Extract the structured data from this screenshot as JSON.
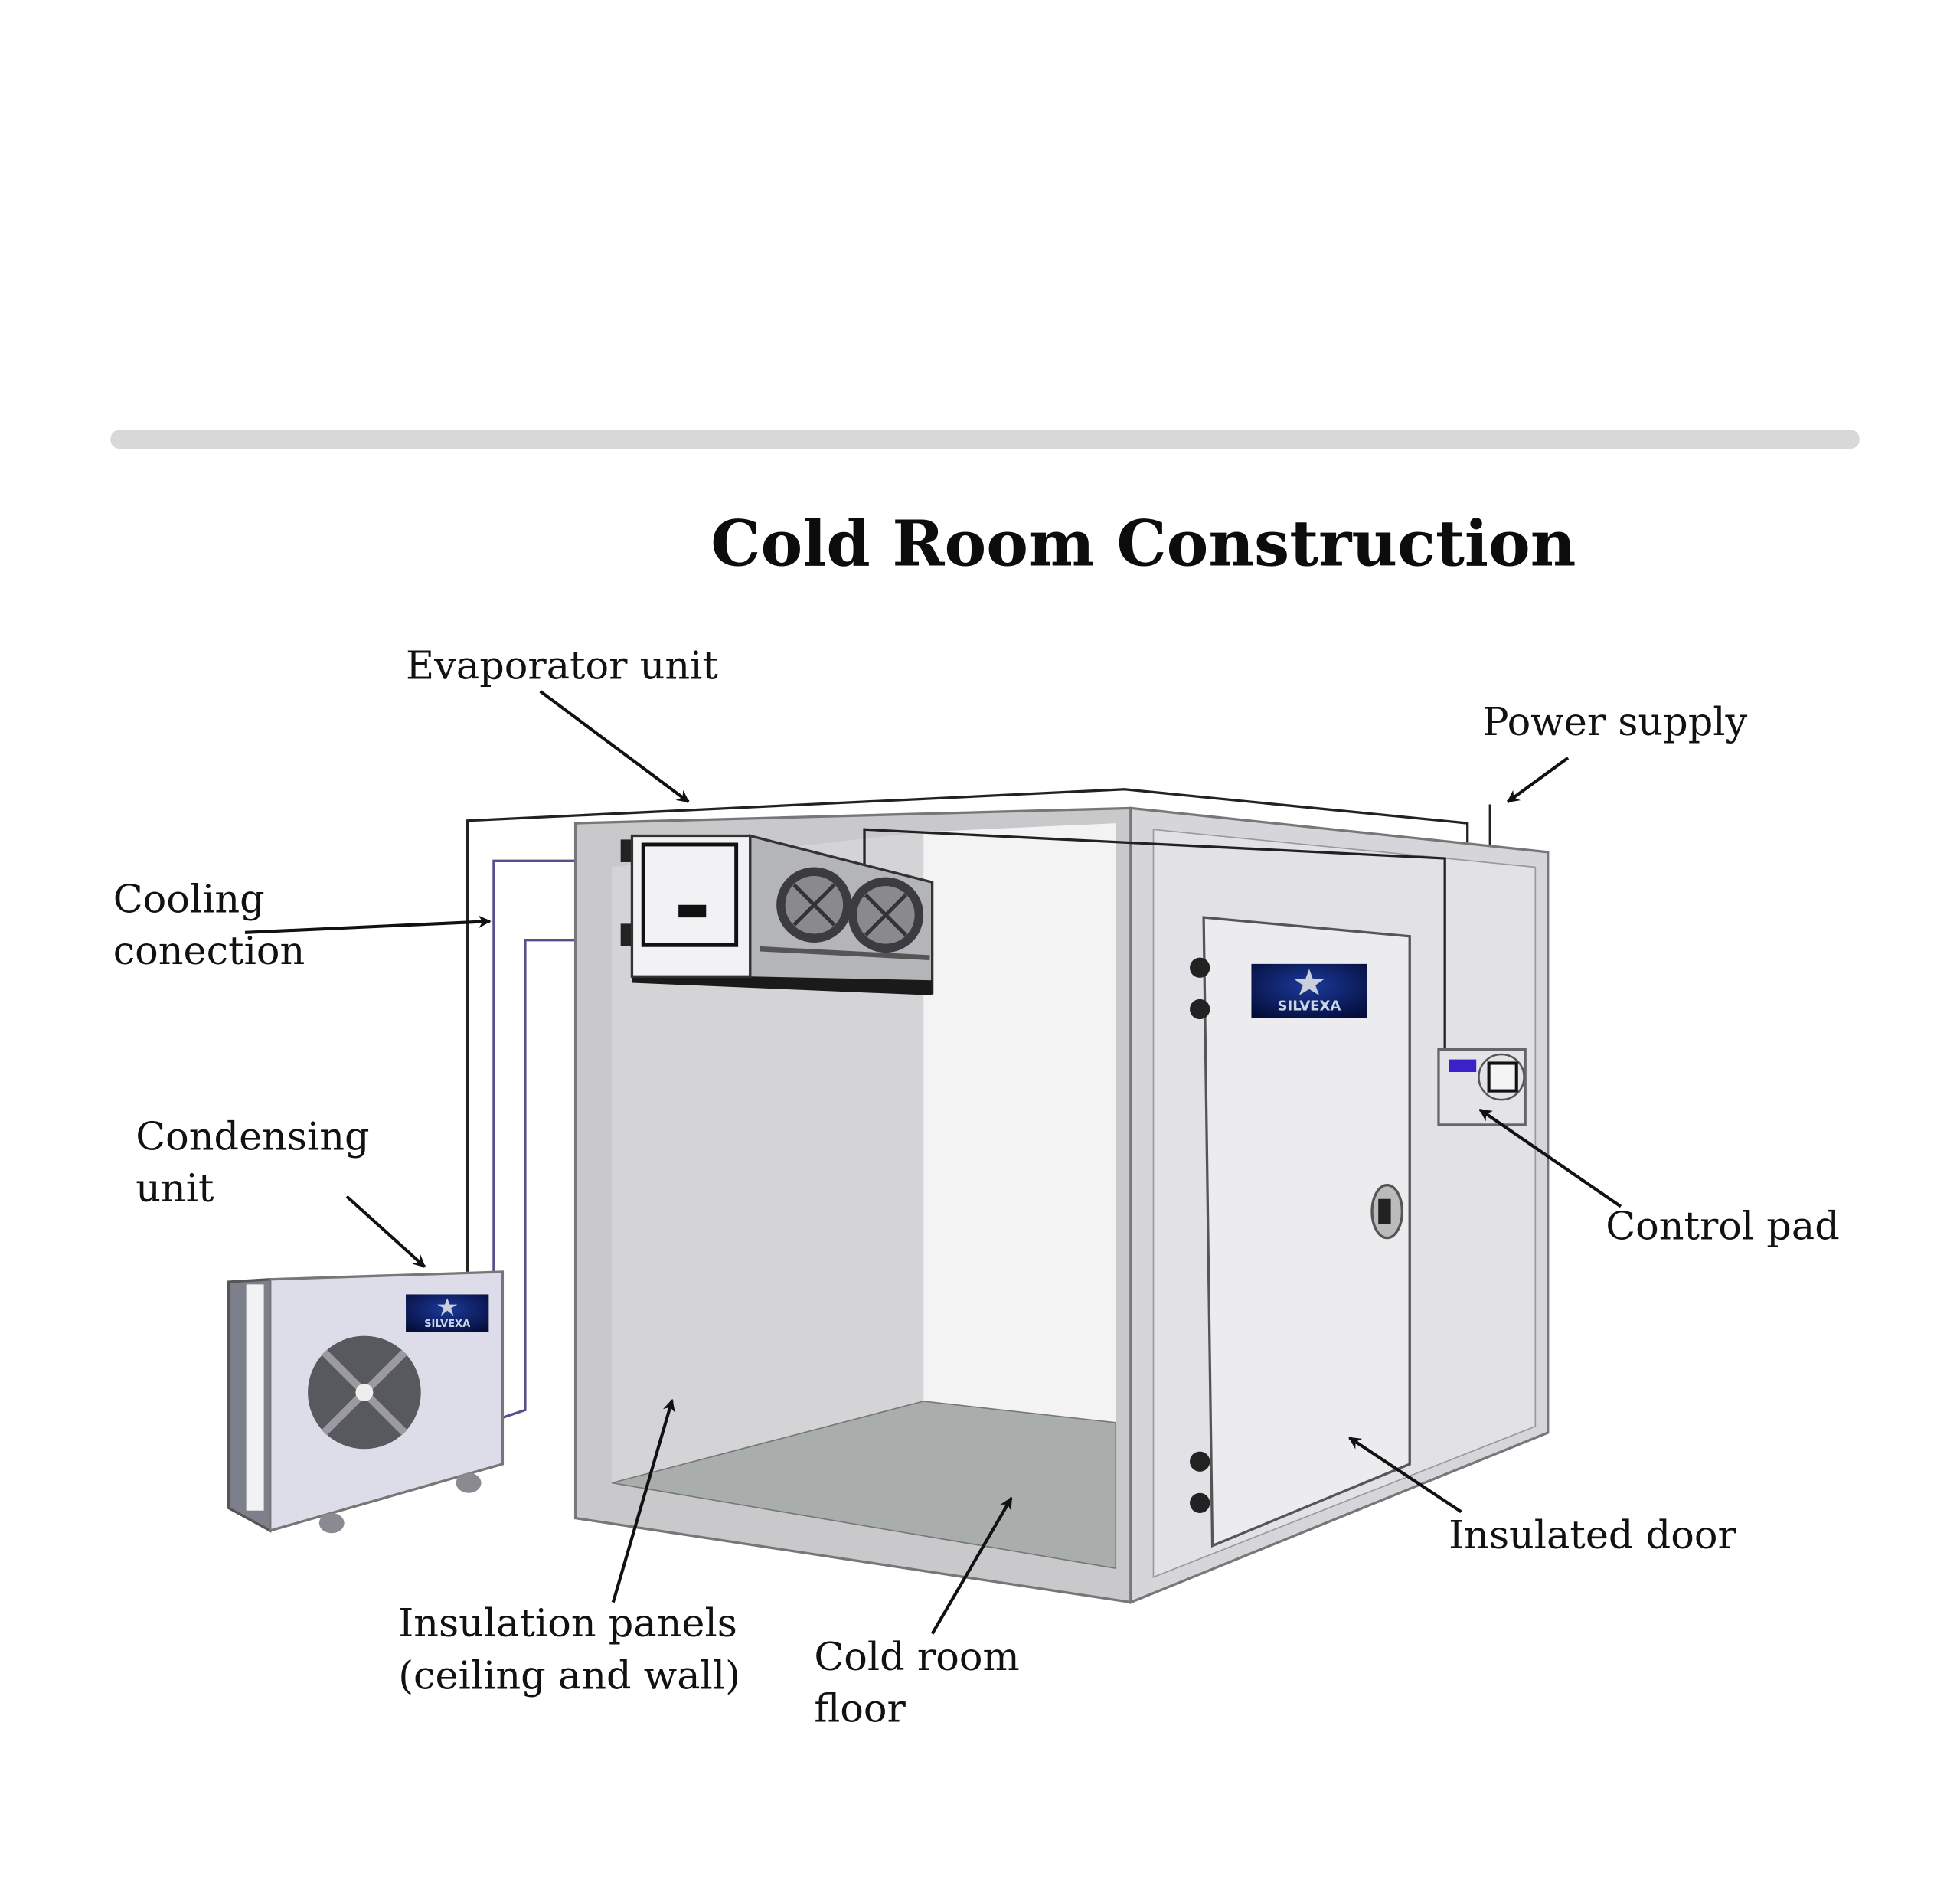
{
  "title": "Cold Room Construction",
  "labels": {
    "evaporator": "Evaporator unit",
    "power": "Power supply",
    "cooling_1": "Cooling",
    "cooling_2": "conection",
    "condensing_1": "Condensing",
    "condensing_2": "unit",
    "control": "Control pad",
    "door": "Insulated door",
    "panels_1": "Insulation panels",
    "panels_2": "(ceiling and wall)",
    "floor_1": "Cold room",
    "floor_2": "floor"
  },
  "brand": "SILVEXA",
  "colors": {
    "pipe": "#5a4f8c",
    "logo_bg": "#0a1a5a",
    "display": "#3a22c8"
  }
}
